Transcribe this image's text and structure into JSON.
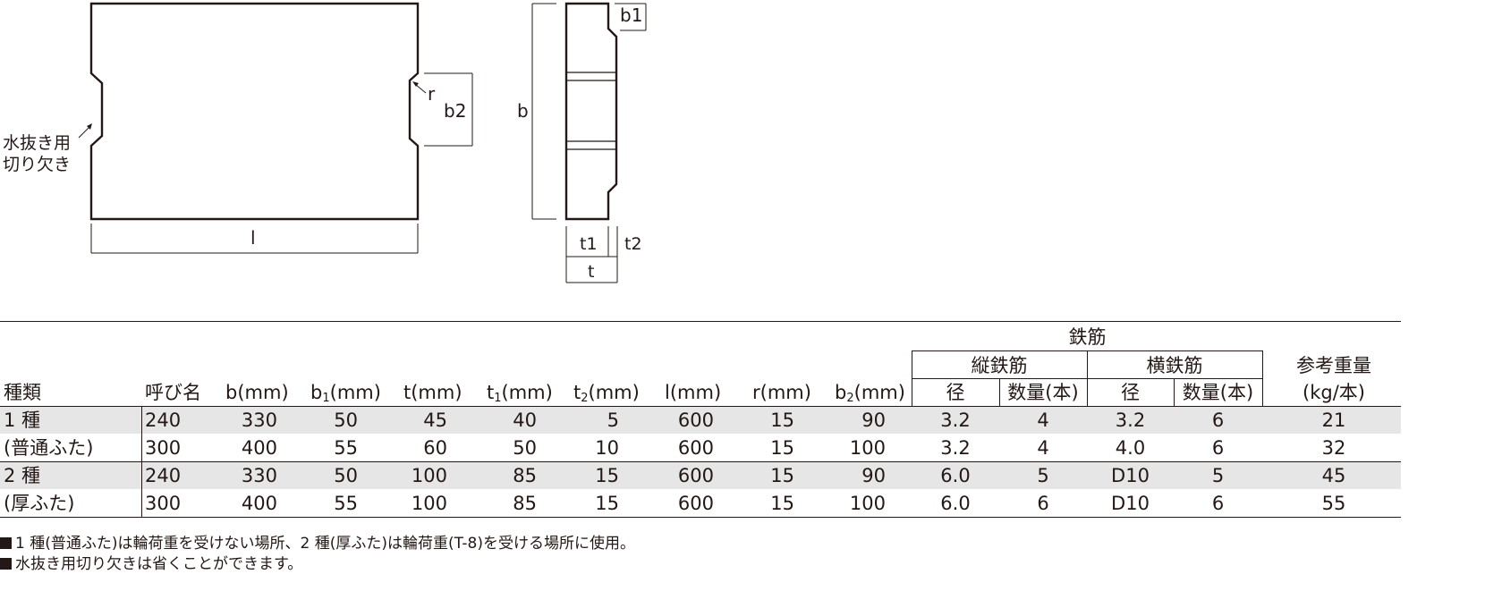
{
  "diagram": {
    "labels": {
      "l": "l",
      "b": "b",
      "b1": "b1",
      "b2": "b2",
      "r": "r",
      "t": "t",
      "t1": "t1",
      "t2": "t2",
      "drain_line1": "水抜き用",
      "drain_line2": "切り欠き"
    }
  },
  "table": {
    "group_header": "鉄筋",
    "sub_group_vertical": "縦鉄筋",
    "sub_group_horizontal": "横鉄筋",
    "weight_header_line1": "参考重量",
    "weight_header_line2": "(kg/本)",
    "headers": {
      "kind": "種類",
      "nominal": "呼び名",
      "b": "b",
      "b_unit": "(mm)",
      "b1": "b",
      "b1_sub": "1",
      "b1_unit": "(mm)",
      "t": "t",
      "t_unit": "(mm)",
      "t1": "t",
      "t1_sub": "1",
      "t1_unit": "(mm)",
      "t2": "t",
      "t2_sub": "2",
      "t2_unit": "(mm)",
      "l": "l",
      "l_unit": "(mm)",
      "r": "r",
      "r_unit": "(mm)",
      "b2": "b",
      "b2_sub": "2",
      "b2_unit": "(mm)",
      "v_dia": "径",
      "v_qty": "数量(本)",
      "h_dia": "径",
      "h_qty": "数量(本)"
    },
    "groups": [
      {
        "kind_line1": "1 種",
        "kind_line2": "(普通ふた)"
      },
      {
        "kind_line1": "2 種",
        "kind_line2": "(厚ふた)"
      }
    ],
    "rows": [
      [
        "240",
        "330",
        "50",
        "45",
        "40",
        "5",
        "600",
        "15",
        "90",
        "3.2",
        "4",
        "3.2",
        "6",
        "21"
      ],
      [
        "300",
        "400",
        "55",
        "60",
        "50",
        "10",
        "600",
        "15",
        "100",
        "3.2",
        "4",
        "4.0",
        "6",
        "32"
      ],
      [
        "240",
        "330",
        "50",
        "100",
        "85",
        "15",
        "600",
        "15",
        "90",
        "6.0",
        "5",
        "D10",
        "5",
        "45"
      ],
      [
        "300",
        "400",
        "55",
        "100",
        "85",
        "15",
        "600",
        "15",
        "100",
        "6.0",
        "6",
        "D10",
        "6",
        "55"
      ]
    ],
    "row_shading": "#e6e6e6"
  },
  "notes": [
    "1 種(普通ふた)は輪荷重を受けない場所、2 種(厚ふた)は輪荷重(T-8)を受ける場所に使用。",
    "水抜き用切り欠きは省くことができます。"
  ]
}
